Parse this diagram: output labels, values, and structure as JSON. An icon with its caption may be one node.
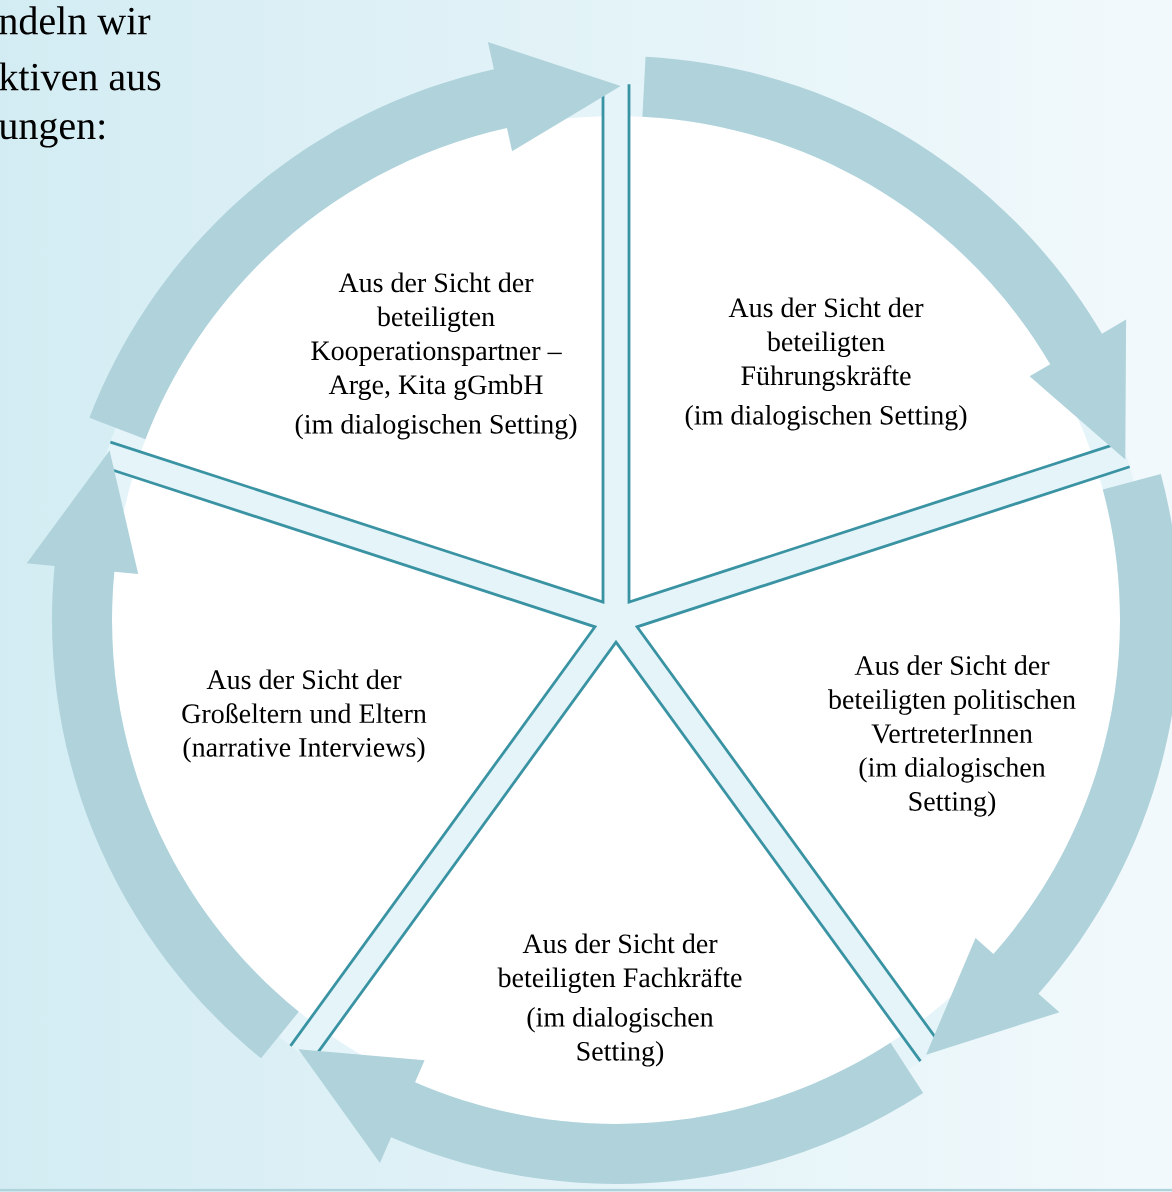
{
  "diagram": {
    "nodes": [
      {
        "text": [
          "Aus der Sicht der beteiligten Kooperationspartner – Arge, Kita gGmbH",
          "(im dialogischen Setting)"
        ]
      },
      {
        "text": [
          "Aus der Sicht der beteiligten Führungskräfte",
          "(im dialogischen Setting)"
        ]
      },
      {
        "text": [
          "Aus der Sicht der beteiligten politischen VertreterInnen",
          "(im dialogischen Setting)"
        ]
      },
      {
        "text": [
          "Aus der Sicht der beteiligten Fachkräfte",
          "(im dialogischen Setting)"
        ]
      },
      {
        "text": [
          "Aus der Sicht der Großeltern und Eltern",
          "(narrative Interviews)"
        ]
      }
    ],
    "edges": [
      {
        "from": 4,
        "to": 1,
        "arrow": "to"
      },
      {
        "from": 0,
        "to": 2,
        "arrow": "to"
      },
      {
        "from": 1,
        "to": 3,
        "arrow": "to"
      },
      {
        "from": 2,
        "to": 4,
        "arrow": "to"
      },
      {
        "from": 3,
        "to": 0,
        "arrow": "to"
      }
    ],
    "labels": [
      "ndeln wir",
      "ktiven aus",
      "ungen:"
    ]
  }
}
